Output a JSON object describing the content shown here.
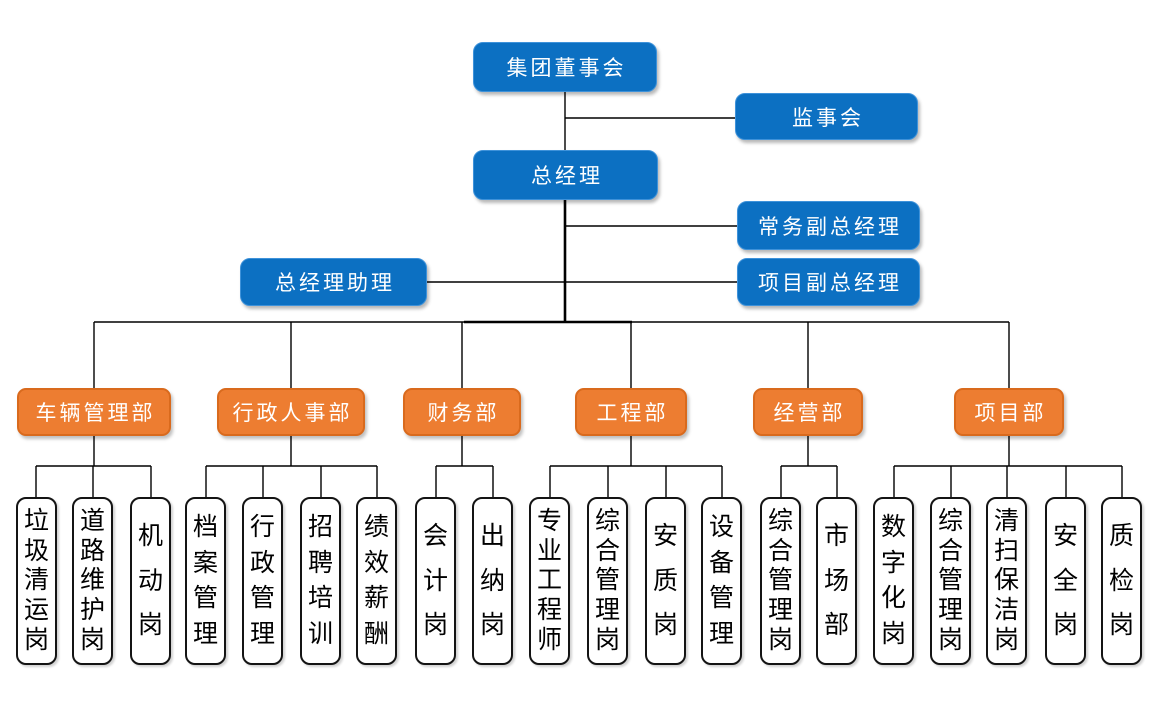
{
  "colors": {
    "executive_box": "#0C70C2",
    "executive_border": "#3E92DA",
    "department_box": "#ED7D31",
    "department_border": "#D96A1D",
    "post_box_bg": "#FFFFFF",
    "post_box_border": "#141414",
    "connector": "#000000",
    "text_on_box": "#FFFFFF",
    "text_on_post": "#000000"
  },
  "executive": {
    "board": "集团董事会",
    "supervisory": "监事会",
    "gm": "总经理",
    "executive_deputy_gm": "常务副总经理",
    "gm_assistant": "总经理助理",
    "project_deputy_gm": "项目副总经理"
  },
  "departments": [
    {
      "label": "车辆管理部",
      "posts": [
        "垃圾清运岗",
        "道路维护岗",
        "机动岗"
      ]
    },
    {
      "label": "行政人事部",
      "posts": [
        "档案管理",
        "行政管理",
        "招聘培训",
        "绩效薪酬"
      ]
    },
    {
      "label": "财务部",
      "posts": [
        "会计岗",
        "出纳岗"
      ]
    },
    {
      "label": "工程部",
      "posts": [
        "专业工程师",
        "综合管理岗",
        "安质岗",
        "设备管理"
      ]
    },
    {
      "label": "经营部",
      "posts": [
        "综合管理岗",
        "市场部"
      ]
    },
    {
      "label": "项目部",
      "posts": [
        "数字化岗",
        "综合管理岗",
        "清扫保洁岗",
        "安全岗",
        "质检岗"
      ]
    }
  ]
}
